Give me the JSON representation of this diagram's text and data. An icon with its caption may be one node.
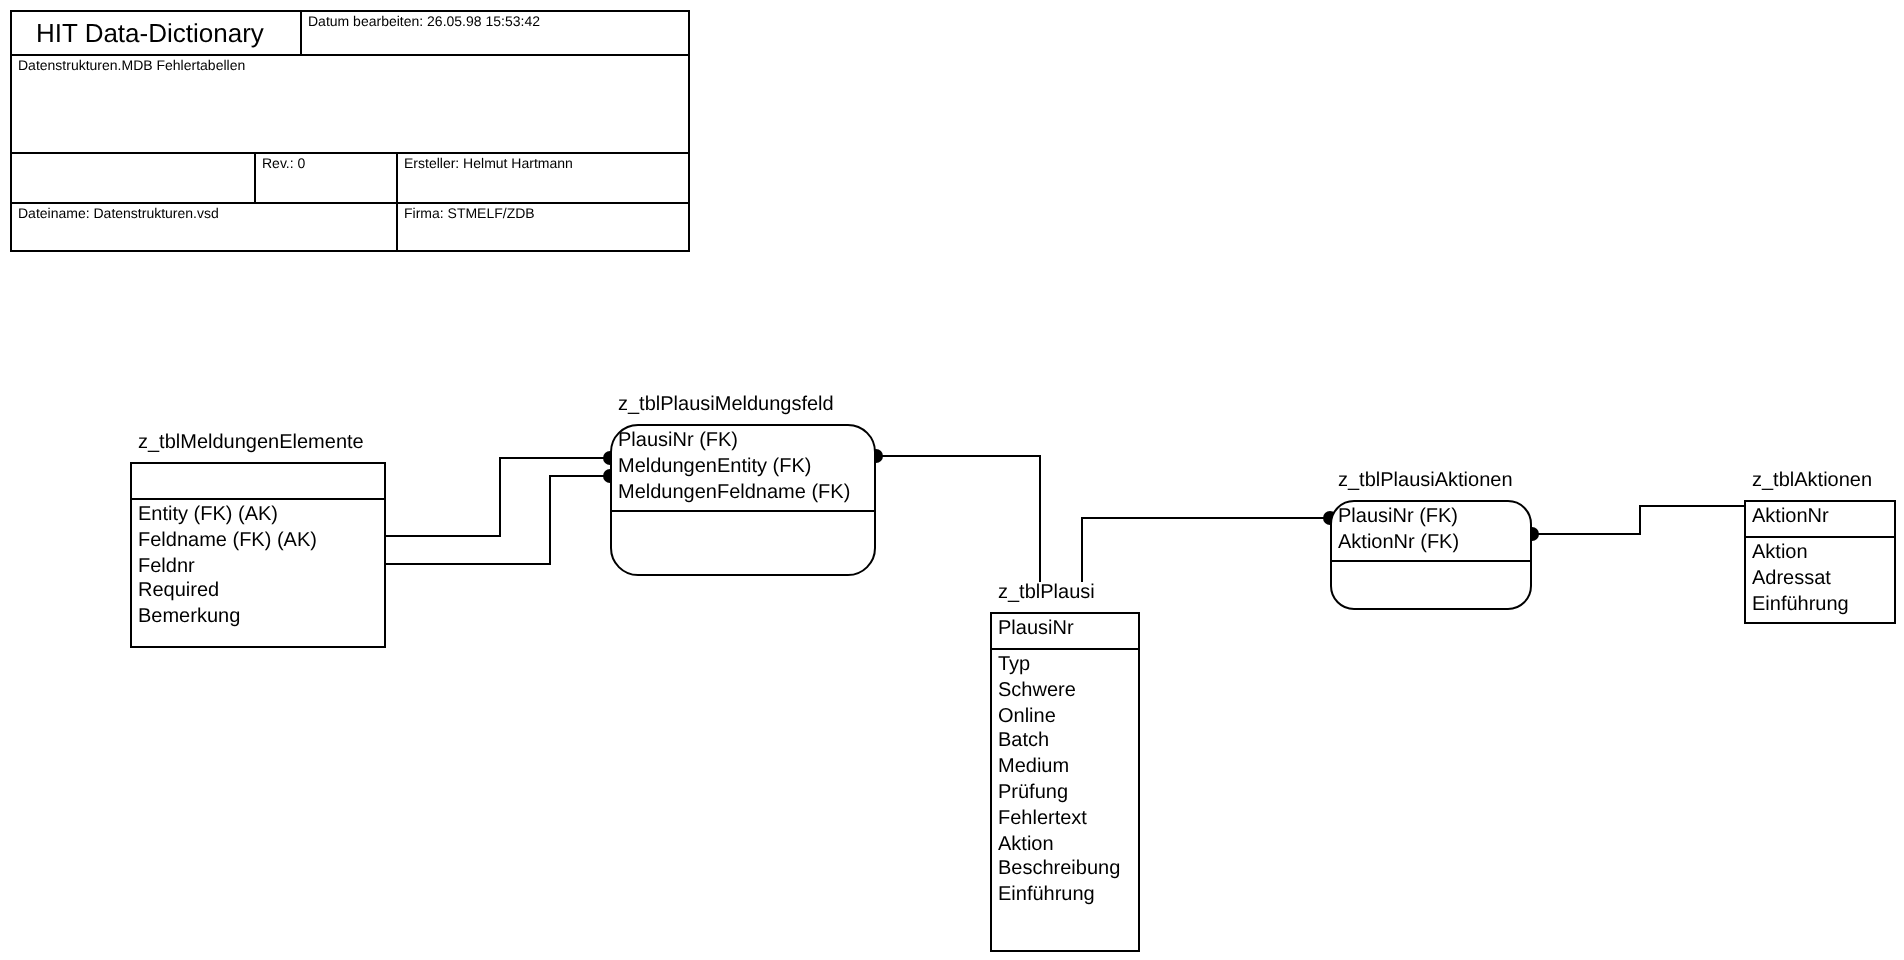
{
  "diagram": {
    "title": "HIT Data-Dictionary",
    "nodes": [
      {
        "text": [
          "z_tblMeldungenElemente",
          "Entity (FK) (AK)",
          "Feldname (FK) (AK)",
          "Feldnr",
          "Required",
          "Bemerkung"
        ]
      },
      {
        "text": [
          "z_tblPlausiMeldungsfeld",
          "PlausiNr (FK)",
          "MeldungenEntity (FK)",
          "MeldungenFeldname (FK)"
        ]
      },
      {
        "text": [
          "z_tblPlausi",
          "PlausiNr",
          "Typ",
          "Schwere",
          "Online",
          "Batch",
          "Medium",
          "Prüfung",
          "Fehlertext",
          "Aktion",
          "Beschreibung",
          "Einführung"
        ]
      },
      {
        "text": [
          "z_tblPlausiAktionen",
          "PlausiNr (FK)",
          "AktionNr (FK)"
        ]
      },
      {
        "text": [
          "z_tblAktionen",
          "AktionNr",
          "Aktion",
          "Adressat",
          "Einführung"
        ]
      }
    ],
    "edges": [
      {
        "from": 0,
        "to": 1,
        "arrow": "other"
      },
      {
        "from": 0,
        "to": 1,
        "arrow": "other"
      },
      {
        "from": 2,
        "to": 1,
        "arrow": "other"
      },
      {
        "from": 2,
        "to": 3,
        "arrow": "other"
      },
      {
        "from": 4,
        "to": 3,
        "arrow": "other"
      }
    ],
    "labels": [
      "Datum bearbeiten: 26.05.98 15:53:42",
      "Datenstrukturen.MDB Fehlertabellen",
      "Rev.: 0",
      "Ersteller: Helmut Hartmann",
      "Dateiname: Datenstrukturen.vsd",
      "Firma: STMELF/ZDB"
    ]
  }
}
